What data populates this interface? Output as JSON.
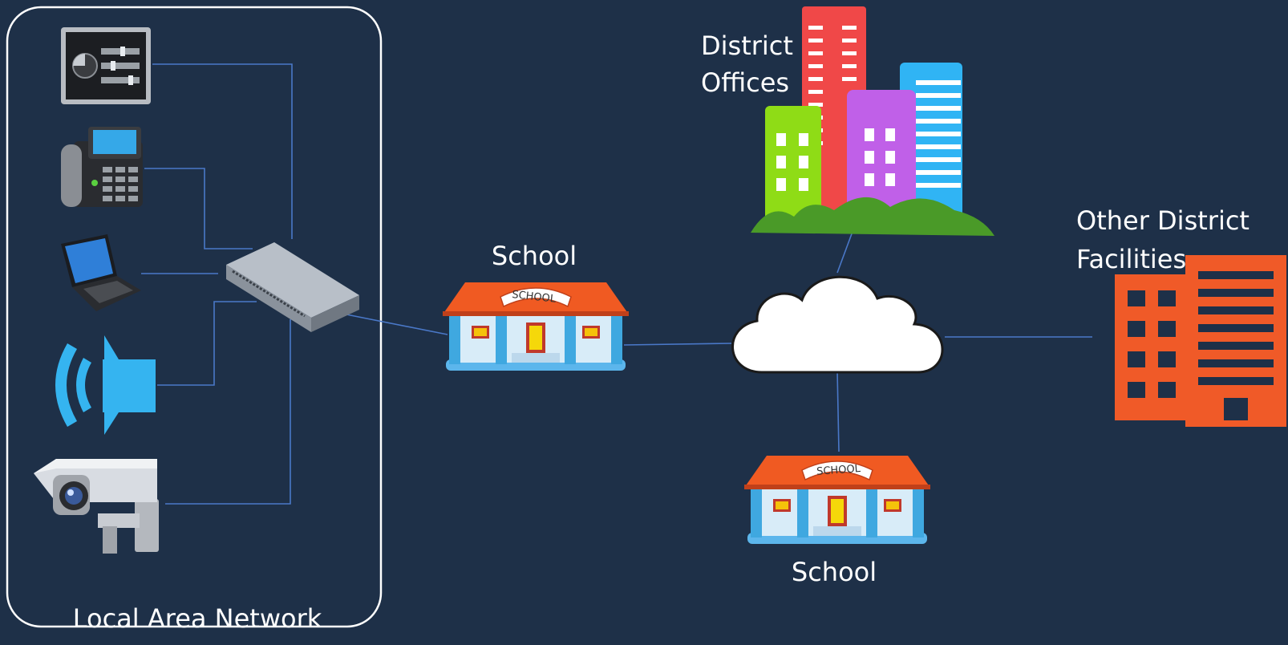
{
  "labels": {
    "lan": "Local Area Network",
    "school_center": "School",
    "school_bottom": "School",
    "district_offices_line1": "District",
    "district_offices_line2": "Offices",
    "other_facilities_line1": "Other District",
    "other_facilities_line2": "Facilities",
    "school_sign": "SCHOOL"
  },
  "icons": [
    "control-panel-icon",
    "desk-phone-icon",
    "laptop-icon",
    "speaker-icon",
    "security-camera-icon",
    "network-switch-icon",
    "school-building-icon",
    "cloud-icon",
    "city-buildings-icon",
    "office-building-icon"
  ],
  "colors": {
    "background": "#1e3048",
    "link": "#4a78c8",
    "lan_border": "#ffffff",
    "cloud": "#ffffff",
    "roof": "#f05a22",
    "school_wall": "#d8ecf8",
    "school_column": "#3fa8e0",
    "facility": "#f05a28",
    "speaker": "#35b4f0",
    "tower_red": "#f04848",
    "tower_green": "#8fdc16",
    "tower_purple": "#c060e8",
    "tower_blue": "#30b4f4",
    "hills": "#4a9a28"
  }
}
